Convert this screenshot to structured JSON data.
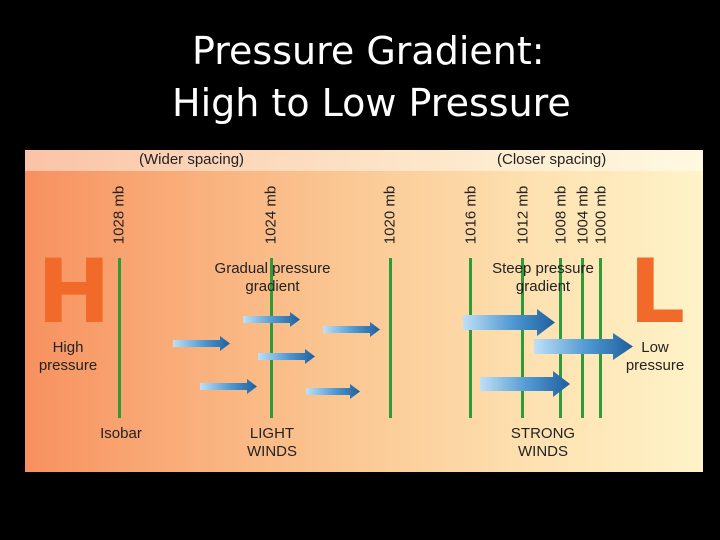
{
  "title": {
    "line1": "Pressure Gradient:",
    "line2": "High to Low Pressure"
  },
  "diagram": {
    "header": {
      "left": "(Wider spacing)",
      "right": "(Closer spacing)"
    },
    "isobars": [
      "1028 mb",
      "1024 mb",
      "1020 mb",
      "1016 mb",
      "1012 mb",
      "1008 mb",
      "1004 mb",
      "1000 mb"
    ],
    "high": {
      "letter": "H",
      "label": "High\npressure"
    },
    "low": {
      "letter": "L",
      "label": "Low\npressure"
    },
    "isobar_label": "Isobar",
    "gradual_label": "Gradual pressure\ngradient",
    "steep_label": "Steep pressure\ngradient",
    "light_winds": "LIGHT\nWINDS",
    "strong_winds": "STRONG\nWINDS",
    "colors": {
      "high": "#f26a2a",
      "isobar": "#2e9a3a",
      "arrow": "#3b88c8"
    }
  }
}
